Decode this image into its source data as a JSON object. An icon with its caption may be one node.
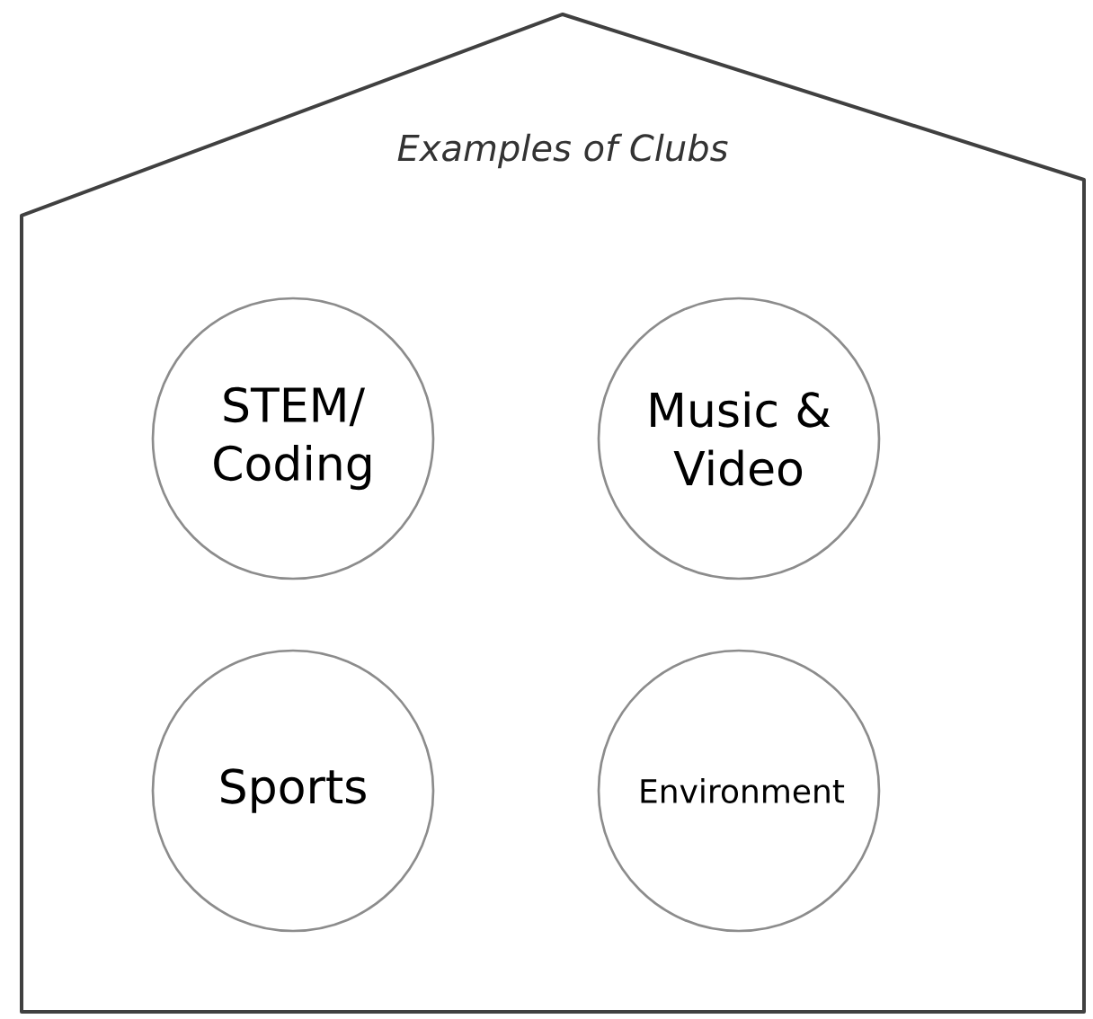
{
  "diagram": {
    "nodes": [
      {
        "text": [
          "Examples of Clubs"
        ]
      },
      {
        "text": [
          "STEM/ Coding"
        ],
        "in": 0
      },
      {
        "text": [
          "Music & Video"
        ],
        "in": 0
      },
      {
        "text": [
          "Sports"
        ],
        "in": 0
      },
      {
        "text": [
          "Environment"
        ],
        "in": 0
      }
    ]
  }
}
